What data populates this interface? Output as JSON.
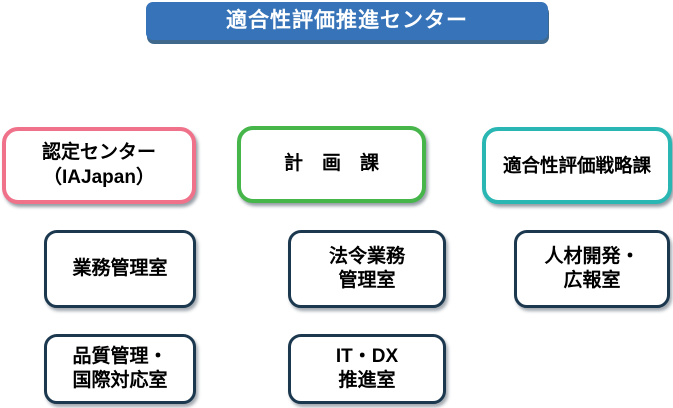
{
  "org_chart": {
    "root": {
      "label": "適合性評価推進センター"
    },
    "columns": [
      {
        "head": {
          "lines": [
            "認定センター",
            "（IAJapan）"
          ],
          "border_color": "#F0718A"
        },
        "subs": [
          {
            "lines": [
              "業務管理室"
            ]
          },
          {
            "lines": [
              "品質管理・",
              "国際対応室"
            ]
          }
        ]
      },
      {
        "head": {
          "lines": [
            "計　画　課"
          ],
          "border_color": "#46B54A"
        },
        "subs": [
          {
            "lines": [
              "法令業務",
              "管理室"
            ]
          },
          {
            "lines": [
              "IT・DX",
              "推進室"
            ]
          }
        ]
      },
      {
        "head": {
          "lines": [
            "適合性評価戦略課"
          ],
          "border_color": "#2AB6B3"
        },
        "subs": [
          {
            "lines": [
              "人材開発・",
              "広報室"
            ]
          }
        ]
      }
    ],
    "colors": {
      "root_fill": "#3673B8",
      "root_text": "#FFFFFF",
      "root_shadow": "#1F4E79",
      "head_border_pink": "#F0718A",
      "head_border_green": "#46B54A",
      "head_border_teal": "#2AB6B3",
      "sub_border_navy": "#1B384F",
      "box_fill": "#FFFFFF",
      "text": "#000000",
      "background": "#FFFFFF"
    }
  }
}
